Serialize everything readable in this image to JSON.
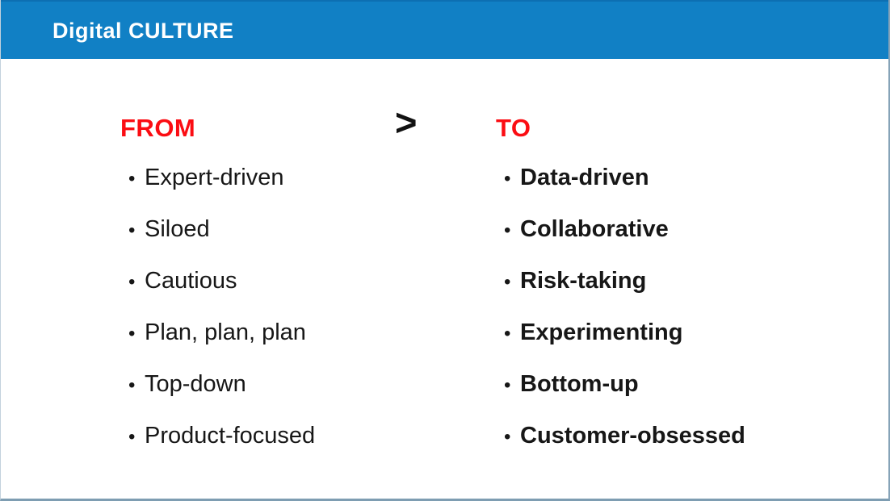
{
  "header": {
    "title": "Digital CULTURE"
  },
  "colors": {
    "header_background": "#1180c5",
    "header_text": "#ffffff",
    "heading_red": "#fb0d13",
    "body_text": "#171717",
    "page_border": "#7e9db2"
  },
  "comparison": {
    "from_label": "FROM",
    "to_label": "TO",
    "arrow_symbol": ">",
    "from_items": [
      "Expert-driven",
      "Siloed",
      "Cautious",
      "Plan, plan, plan",
      "Top-down",
      "Product-focused"
    ],
    "to_items": [
      "Data-driven",
      "Collaborative",
      "Risk-taking",
      "Experimenting",
      "Bottom-up",
      "Customer-obsessed"
    ]
  }
}
